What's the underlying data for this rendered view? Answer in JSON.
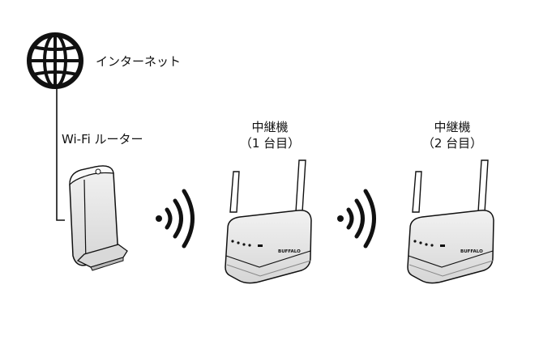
{
  "labels": {
    "internet": "インターネット",
    "router": "Wi-Fi ルーター",
    "repeater1_name": "中継機",
    "repeater1_order": "（1 台目）",
    "repeater2_name": "中継機",
    "repeater2_order": "（2 台目）",
    "device_brand": "BUFFALO"
  },
  "colors": {
    "line": "#111111",
    "device_fill": "#e9e9e9",
    "device_shade": "#c8c8c8"
  },
  "icons": [
    "globe-icon",
    "wifi-signal-icon",
    "wifi-signal-icon"
  ]
}
